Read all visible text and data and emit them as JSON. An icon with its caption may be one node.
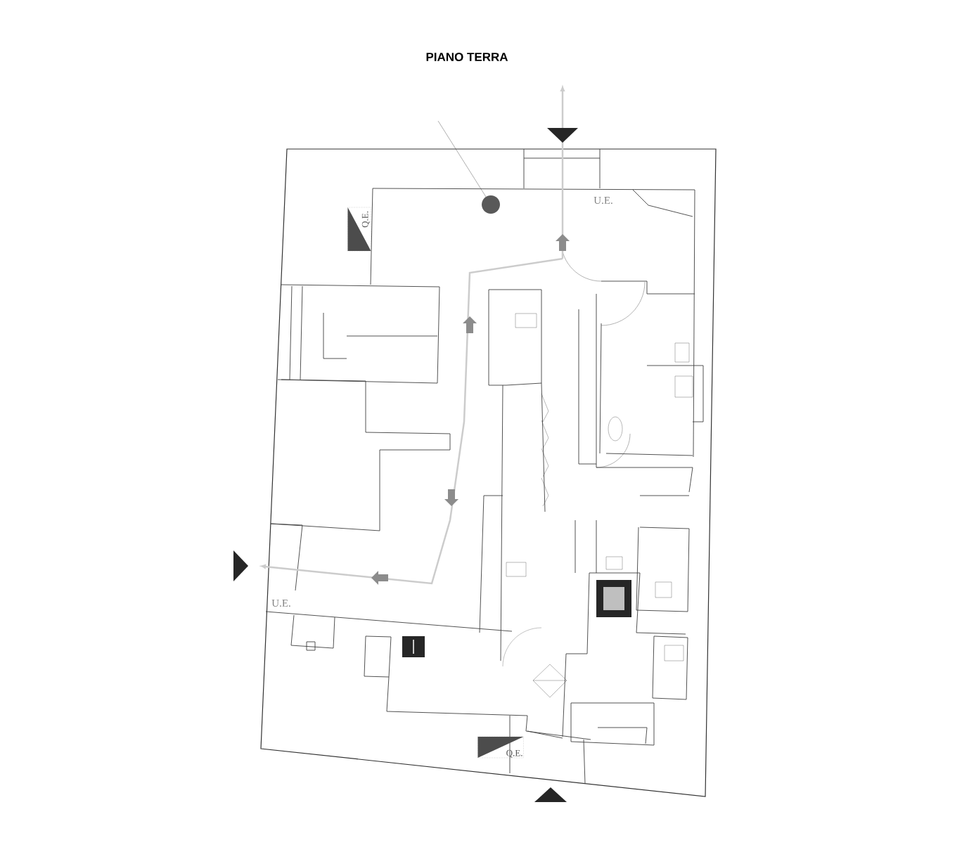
{
  "diagram": {
    "title": "PIANO TERRA",
    "nodes": [
      {
        "text": [
          "Q.E."
        ]
      },
      {
        "text": [
          "Q.E."
        ]
      }
    ],
    "labels": [
      "U.E.",
      "U.E."
    ]
  }
}
